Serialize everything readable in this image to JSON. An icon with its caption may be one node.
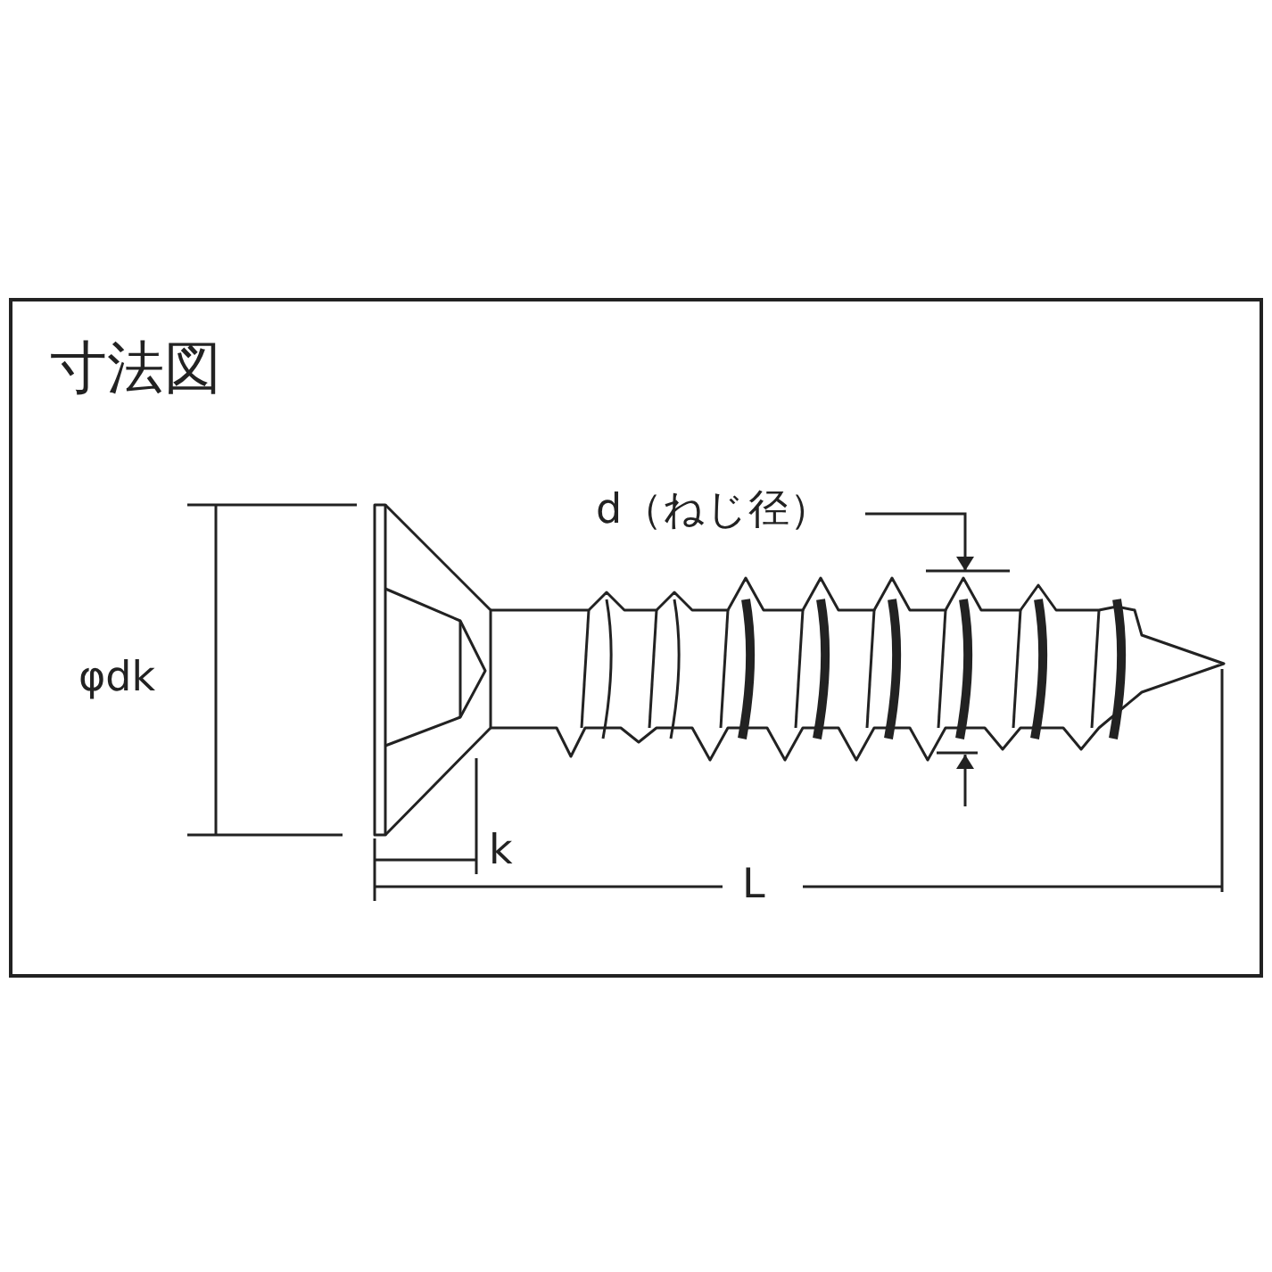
{
  "diagram": {
    "title": "寸法図",
    "labels": [
      "d（ねじ径）",
      "φdk",
      "k",
      "L"
    ]
  }
}
